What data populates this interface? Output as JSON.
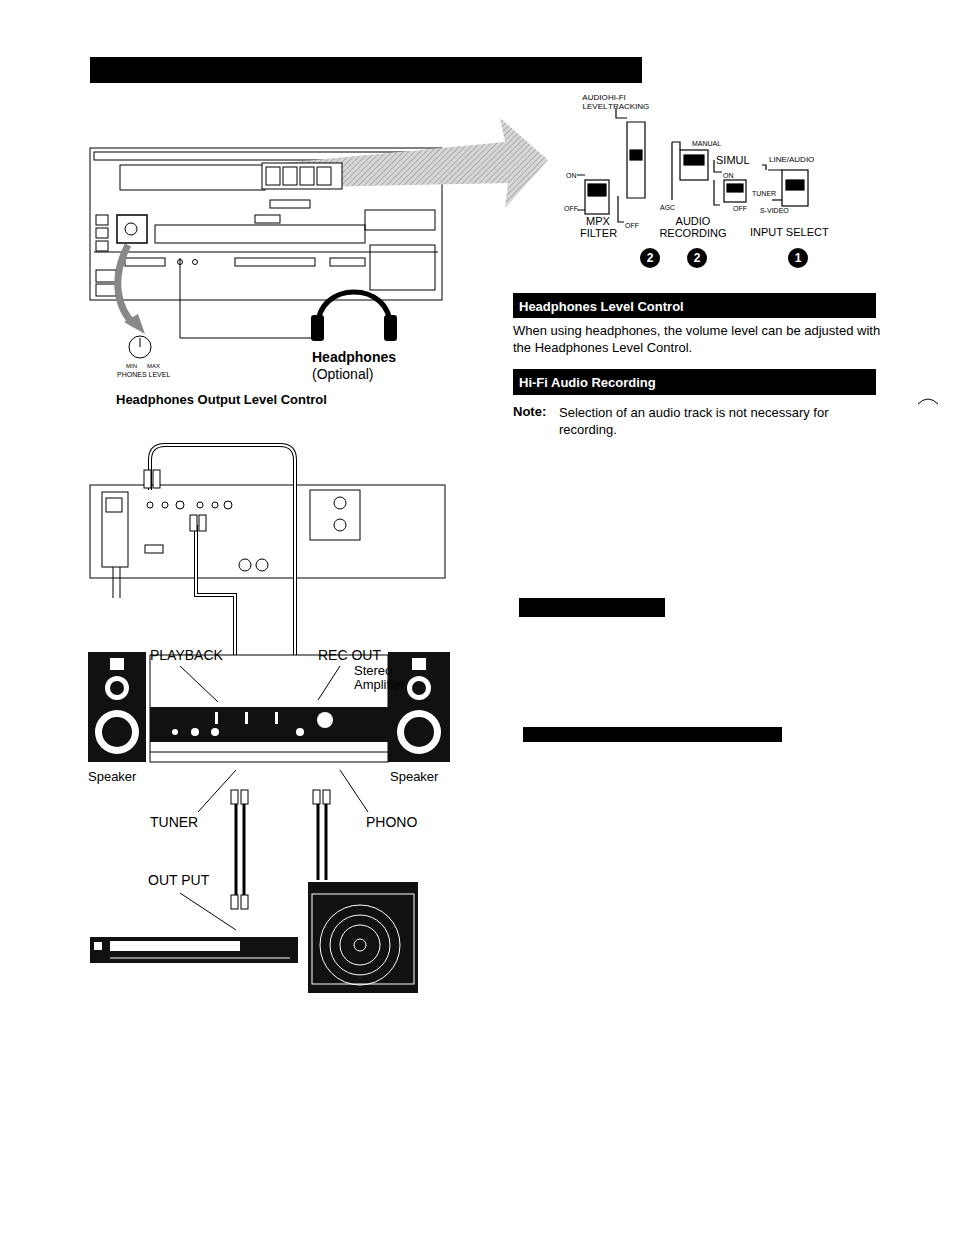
{
  "diagram": {
    "nodes": [
      {
        "text": [
          "Headphones Level Control"
        ]
      },
      {
        "text": [
          "Hi-Fi Audio Recording"
        ]
      }
    ],
    "labels": [
      "AUDIO LEVEL",
      "HI-FI TRACKING",
      "ON",
      "OFF",
      "MPX FILTER",
      "OFF",
      "MANUAL",
      "AGC",
      "AUDIO RECORDING",
      "SIMUL",
      "ON",
      "OFF",
      "LINE/AUDIO",
      "TUNER",
      "S-VIDEO",
      "INPUT SELECT",
      "2",
      "2",
      "1",
      "MIN",
      "MAX",
      "PHONES LEVEL",
      "Headphones",
      "(Optional)",
      "Headphones Output Level Control",
      "When using headphones, the volume level can be adjusted with the Headphones Level Control.",
      "Note:",
      "Selection of an audio track is not necessary for recording.",
      "PLAYBACK",
      "REC OUT",
      "Stereo Amplifier",
      "Speaker",
      "Speaker",
      "TUNER",
      "PHONO",
      "OUT PUT"
    ]
  }
}
